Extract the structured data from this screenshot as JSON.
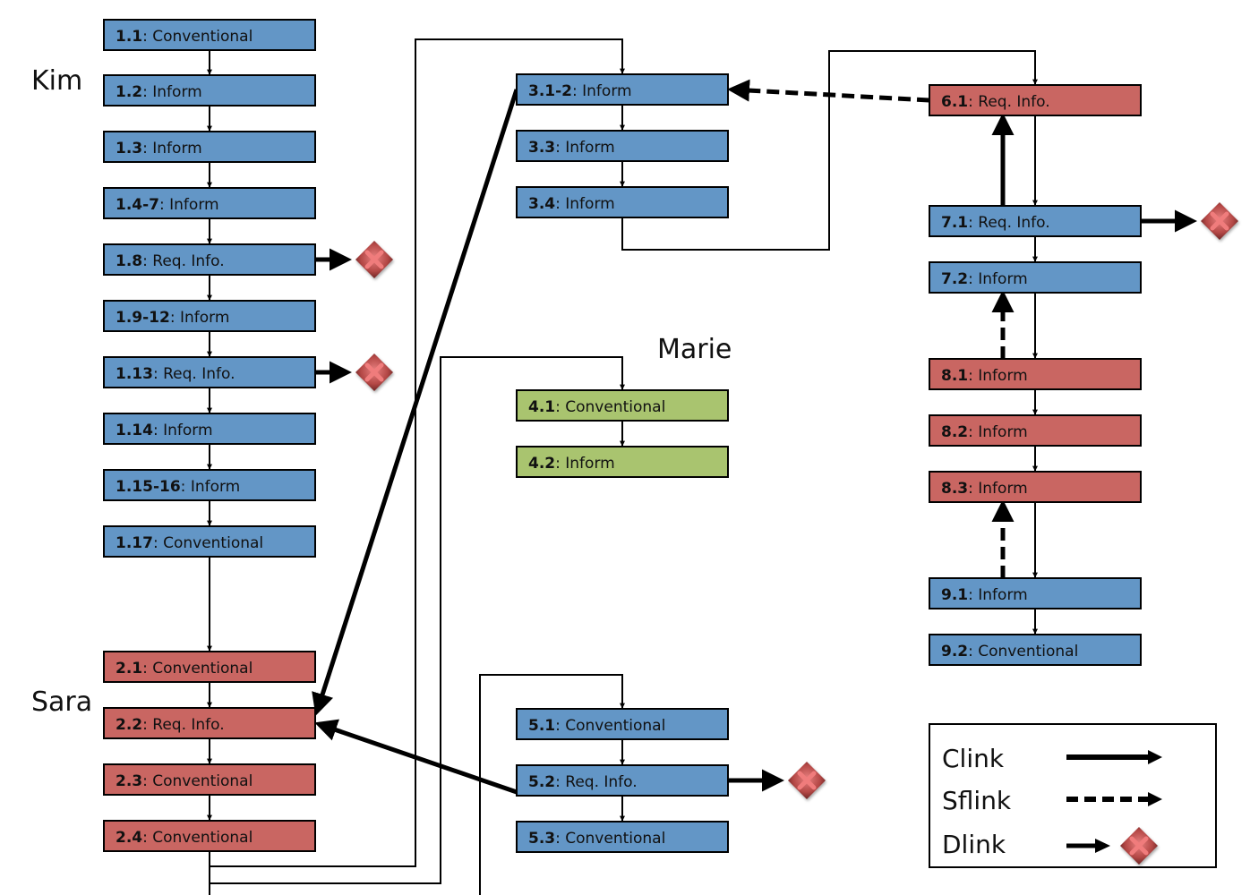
{
  "colors": {
    "blue": "#6396c6",
    "red": "#c96662",
    "green": "#a9c46f",
    "dlink_marker": "#c44a4a"
  },
  "people": [
    {
      "name": "Kim"
    },
    {
      "name": "Sara"
    },
    {
      "name": "Marie"
    }
  ],
  "nodes": [
    {
      "id": "1.1",
      "label": "Conventional",
      "color": "blue"
    },
    {
      "id": "1.2",
      "label": "Inform",
      "color": "blue"
    },
    {
      "id": "1.3",
      "label": "Inform",
      "color": "blue"
    },
    {
      "id": "1.4-7",
      "label": "Inform",
      "color": "blue"
    },
    {
      "id": "1.8",
      "label": "Req. Info.",
      "color": "blue"
    },
    {
      "id": "1.9-12",
      "label": "Inform",
      "color": "blue"
    },
    {
      "id": "1.13",
      "label": "Req. Info.",
      "color": "blue"
    },
    {
      "id": "1.14",
      "label": "Inform",
      "color": "blue"
    },
    {
      "id": "1.15-16",
      "label": "Inform",
      "color": "blue"
    },
    {
      "id": "1.17",
      "label": "Conventional",
      "color": "blue"
    },
    {
      "id": "2.1",
      "label": "Conventional",
      "color": "red"
    },
    {
      "id": "2.2",
      "label": "Req. Info.",
      "color": "red"
    },
    {
      "id": "2.3",
      "label": "Conventional",
      "color": "red"
    },
    {
      "id": "2.4",
      "label": "Conventional",
      "color": "red"
    },
    {
      "id": "3.1-2",
      "label": "Inform",
      "color": "blue"
    },
    {
      "id": "3.3",
      "label": "Inform",
      "color": "blue"
    },
    {
      "id": "3.4",
      "label": "Inform",
      "color": "blue"
    },
    {
      "id": "4.1",
      "label": "Conventional",
      "color": "green"
    },
    {
      "id": "4.2",
      "label": "Inform",
      "color": "green"
    },
    {
      "id": "5.1",
      "label": "Conventional",
      "color": "blue"
    },
    {
      "id": "5.2",
      "label": "Req. Info.",
      "color": "blue"
    },
    {
      "id": "5.3",
      "label": "Conventional",
      "color": "blue"
    },
    {
      "id": "6.1",
      "label": "Req. Info.",
      "color": "red"
    },
    {
      "id": "7.1",
      "label": "Req. Info.",
      "color": "blue"
    },
    {
      "id": "7.2",
      "label": "Inform",
      "color": "blue"
    },
    {
      "id": "8.1",
      "label": "Inform",
      "color": "red"
    },
    {
      "id": "8.2",
      "label": "Inform",
      "color": "red"
    },
    {
      "id": "8.3",
      "label": "Inform",
      "color": "red"
    },
    {
      "id": "9.1",
      "label": "Inform",
      "color": "blue"
    },
    {
      "id": "9.2",
      "label": "Conventional",
      "color": "blue"
    }
  ],
  "links": [
    {
      "type": "clink",
      "from": "3.1-2",
      "to": "2.2"
    },
    {
      "type": "clink",
      "from": "5.2",
      "to": "2.2"
    },
    {
      "type": "clink",
      "from": "7.1",
      "to": "6.1"
    },
    {
      "type": "sflink",
      "from": "6.1",
      "to": "3.1-2"
    },
    {
      "type": "sflink",
      "from": "8.1",
      "to": "7.2"
    },
    {
      "type": "sflink",
      "from": "9.1",
      "to": "8.3"
    },
    {
      "type": "dlink",
      "from": "1.8"
    },
    {
      "type": "dlink",
      "from": "1.13"
    },
    {
      "type": "dlink",
      "from": "5.2"
    },
    {
      "type": "dlink",
      "from": "7.1"
    }
  ],
  "legend": {
    "items": [
      {
        "label": "Clink",
        "style": "solid"
      },
      {
        "label": "Sflink",
        "style": "dashed"
      },
      {
        "label": "Dlink",
        "style": "dlink"
      }
    ]
  }
}
